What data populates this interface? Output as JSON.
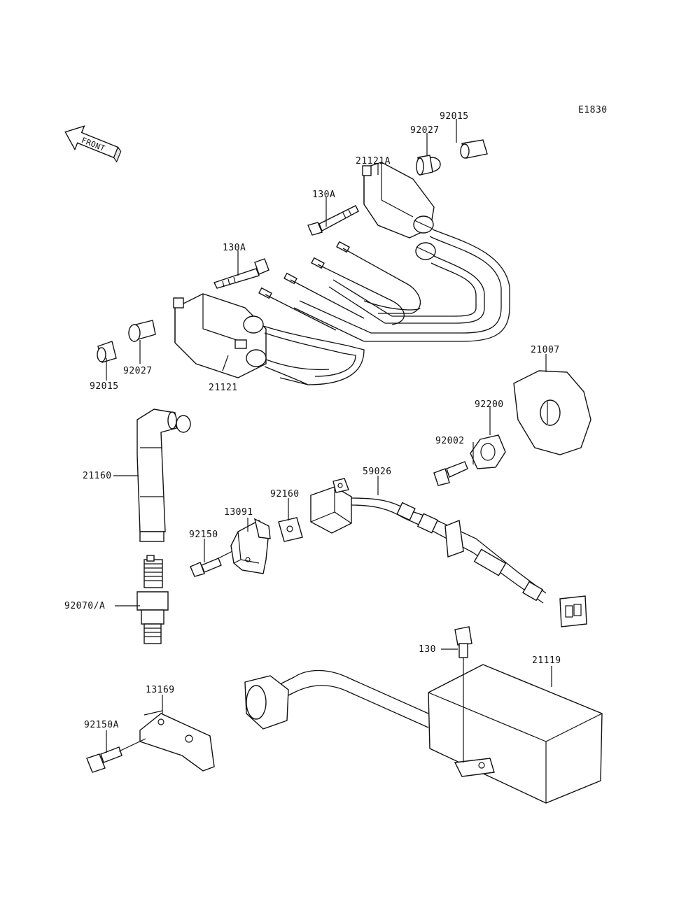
{
  "diagram_code": "E1830",
  "front_arrow_label": "FRONT",
  "labels": {
    "p92015_top": "92015",
    "p92027_top": "92027",
    "p21121A": "21121A",
    "p130A_top": "130A",
    "p130A_left": "130A",
    "p92027_left": "92027",
    "p92015_left": "92015",
    "p21121": "21121",
    "p21007": "21007",
    "p92200": "92200",
    "p92002": "92002",
    "p59026": "59026",
    "p21160": "21160",
    "p92160": "92160",
    "p13091": "13091",
    "p92150": "92150",
    "p92070A": "92070/A",
    "p130": "130",
    "p21119": "21119",
    "p13169": "13169",
    "p92150A": "92150A"
  }
}
